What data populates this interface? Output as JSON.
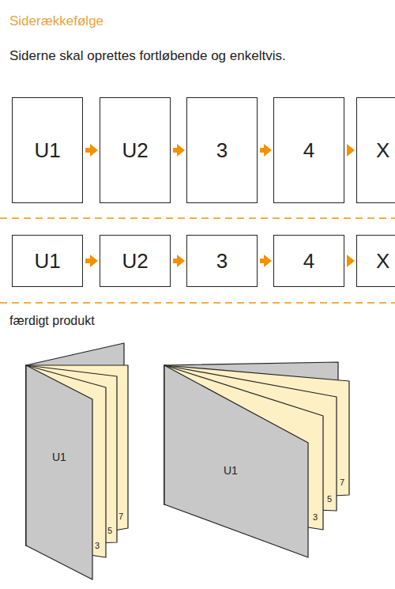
{
  "diagram": {
    "title": "Siderækkefølge",
    "nodes": [
      {
        "text": [
          "U1"
        ]
      },
      {
        "text": [
          "U2"
        ]
      },
      {
        "text": [
          "3"
        ]
      },
      {
        "text": [
          "4"
        ]
      },
      {
        "text": [
          "X"
        ]
      },
      {
        "text": [
          "U1"
        ]
      },
      {
        "text": [
          "U2"
        ]
      },
      {
        "text": [
          "3"
        ]
      },
      {
        "text": [
          "4"
        ]
      },
      {
        "text": [
          "X"
        ]
      }
    ],
    "edges": [
      {
        "from": 0,
        "to": 1,
        "arrow": "to"
      },
      {
        "from": 1,
        "to": 2,
        "arrow": "to"
      },
      {
        "from": 2,
        "to": 3,
        "arrow": "to"
      },
      {
        "from": 3,
        "to": 4,
        "arrow": "to"
      },
      {
        "from": 5,
        "to": 6,
        "arrow": "to"
      },
      {
        "from": 6,
        "to": 7,
        "arrow": "to"
      },
      {
        "from": 7,
        "to": 8,
        "arrow": "to"
      },
      {
        "from": 8,
        "to": 9,
        "arrow": "to"
      }
    ],
    "labels": [
      "Siderne skal oprettes fortløbende og enkeltvis.",
      "færdigt produkt",
      "U1",
      "3",
      "5",
      "7",
      "U1",
      "3",
      "5",
      "7"
    ]
  }
}
